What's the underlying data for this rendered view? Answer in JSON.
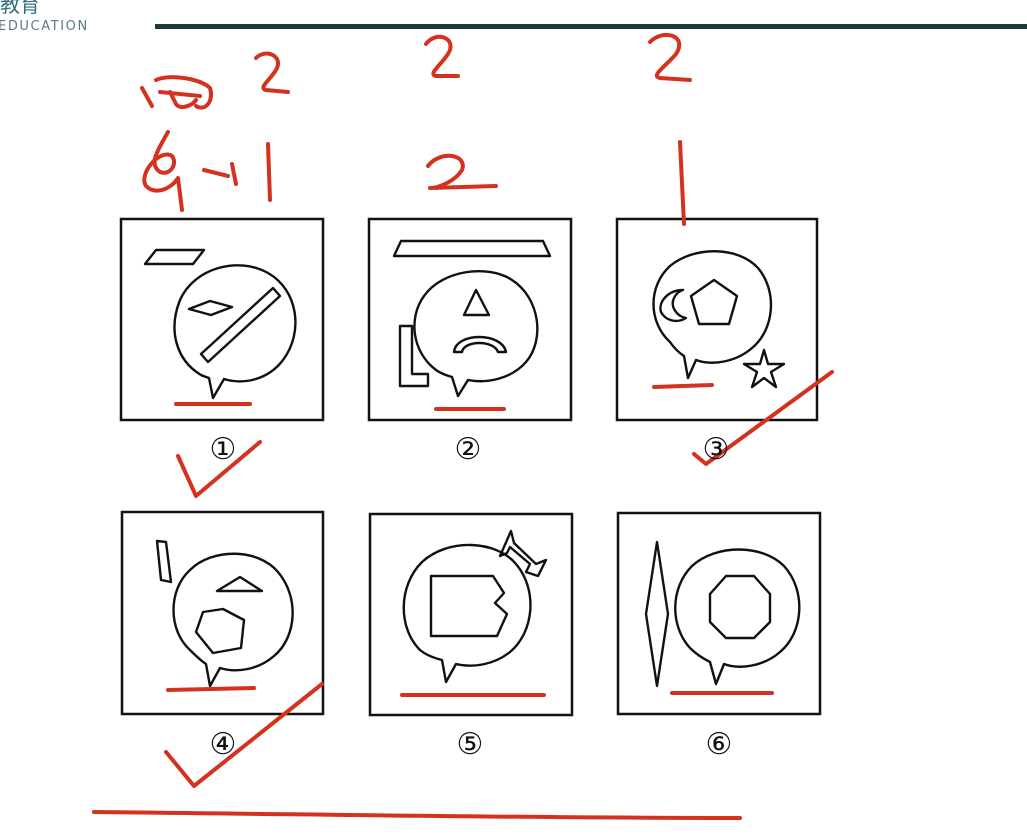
{
  "header": {
    "logo_cjk": "教育",
    "logo_sub": "EDUCATION"
  },
  "panels": [
    {
      "number": "①"
    },
    {
      "number": "②"
    },
    {
      "number": "③"
    },
    {
      "number": "④"
    },
    {
      "number": "⑤"
    },
    {
      "number": "⑥"
    }
  ],
  "annotations": {
    "ink_color": "#d4311f",
    "col1_top": "2",
    "col2_top": "2",
    "col3_top": "2",
    "col2_mid": "2",
    "col3_mid": "1"
  }
}
